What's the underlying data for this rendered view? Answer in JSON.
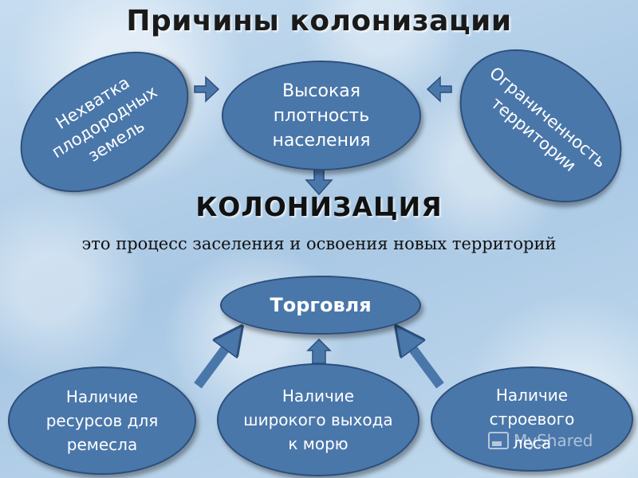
{
  "title": "Причины колонизации",
  "nodes": {
    "land": {
      "lines": [
        "Нехватка",
        "плодородных",
        "земель"
      ]
    },
    "density": {
      "lines": [
        "Высокая",
        "плотность",
        "населения"
      ]
    },
    "territory": {
      "lines": [
        "Ограниченность",
        "территории"
      ]
    },
    "trade": {
      "lines": [
        "Торговля"
      ]
    },
    "resources": {
      "lines": [
        "Наличие",
        "ресурсов для",
        "ремесла"
      ]
    },
    "sea": {
      "lines": [
        "Наличие",
        "широкого выхода",
        "к морю"
      ]
    },
    "timber": {
      "lines": [
        "Наличие",
        "строевого",
        "леса"
      ]
    }
  },
  "center_word": "КОЛОНИЗАЦИЯ",
  "definition": "это процесс заселения и освоения новых территорий",
  "watermark": "MyShared",
  "colors": {
    "node_fill": "#4a77aa",
    "node_border": "#2d4f7c",
    "arrow": "#4a77aa"
  }
}
